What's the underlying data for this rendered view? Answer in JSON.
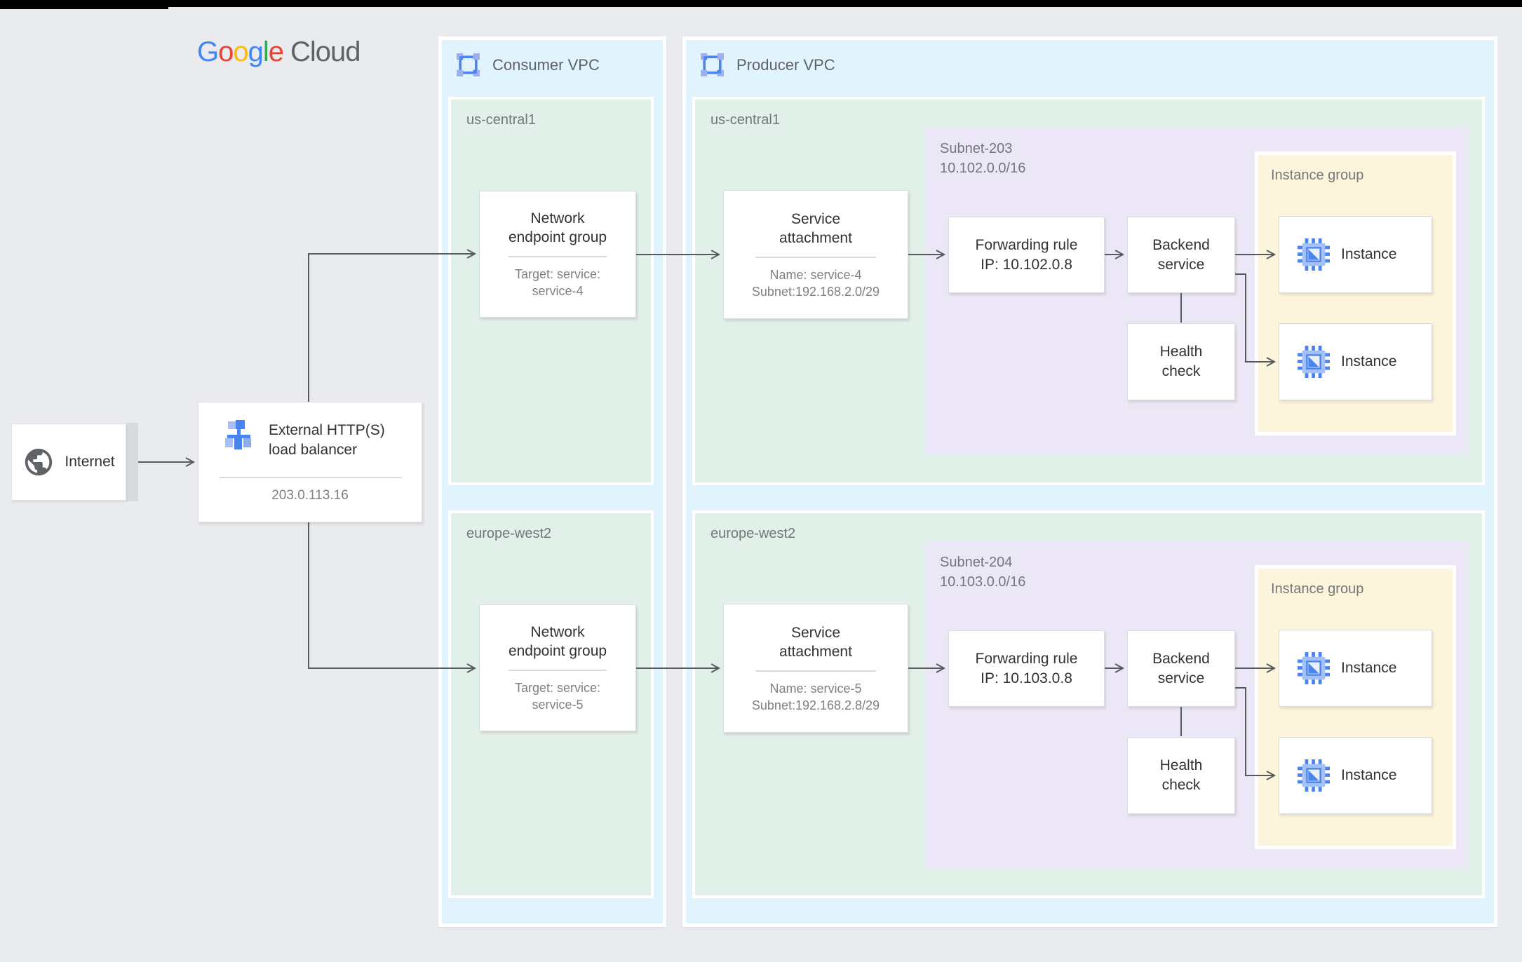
{
  "logo": {
    "letters": [
      {
        "ch": "G",
        "color": "#4285F4"
      },
      {
        "ch": "o",
        "color": "#EA4335"
      },
      {
        "ch": "o",
        "color": "#FBBC05"
      },
      {
        "ch": "g",
        "color": "#4285F4"
      },
      {
        "ch": "l",
        "color": "#34A853"
      },
      {
        "ch": "e",
        "color": "#EA4335"
      }
    ],
    "suffix": "Cloud",
    "suffix_color": "#5f6368"
  },
  "internet": {
    "label": "Internet"
  },
  "load_balancer": {
    "title_lines": [
      "External HTTP(S)",
      "load balancer"
    ],
    "ip": "203.0.113.16"
  },
  "consumer_vpc": {
    "title": "Consumer VPC",
    "regions": [
      {
        "name": "us-central1",
        "neg": {
          "title_lines": [
            "Network",
            "endpoint group"
          ],
          "details": [
            "Target: service:",
            "service-4"
          ]
        }
      },
      {
        "name": "europe-west2",
        "neg": {
          "title_lines": [
            "Network",
            "endpoint group"
          ],
          "details": [
            "Target: service:",
            "service-5"
          ]
        }
      }
    ]
  },
  "producer_vpc": {
    "title": "Producer VPC",
    "regions": [
      {
        "name": "us-central1",
        "service_attachment": {
          "title_lines": [
            "Service",
            "attachment"
          ],
          "details": [
            "Name: service-4",
            "Subnet:192.168.2.0/29"
          ]
        },
        "subnet": {
          "name": "Subnet-203",
          "cidr": "10.102.0.0/16",
          "forwarding_rule": [
            "Forwarding rule",
            "IP: 10.102.0.8"
          ],
          "backend_service": [
            "Backend",
            "service"
          ],
          "health_check": [
            "Health",
            "check"
          ],
          "instance_group": {
            "title": "Instance group",
            "instances": [
              "Instance",
              "Instance"
            ]
          }
        }
      },
      {
        "name": "europe-west2",
        "service_attachment": {
          "title_lines": [
            "Service",
            "attachment"
          ],
          "details": [
            "Name: service-5",
            "Subnet:192.168.2.8/29"
          ]
        },
        "subnet": {
          "name": "Subnet-204",
          "cidr": "10.103.0.0/16",
          "forwarding_rule": [
            "Forwarding rule",
            "IP: 10.103.0.8"
          ],
          "backend_service": [
            "Backend",
            "service"
          ],
          "health_check": [
            "Health",
            "check"
          ],
          "instance_group": {
            "title": "Instance group",
            "instances": [
              "Instance",
              "Instance"
            ]
          }
        }
      }
    ]
  },
  "colors": {
    "vpc_fill": "#e1f3fc",
    "region_fill": "#e1f0e8",
    "subnet_fill": "#ece7f6",
    "instance_group_fill": "#fdf4dc",
    "connector": "#58595b",
    "blue_dark": "#4a84ee",
    "blue_light": "#a5c0f5"
  }
}
